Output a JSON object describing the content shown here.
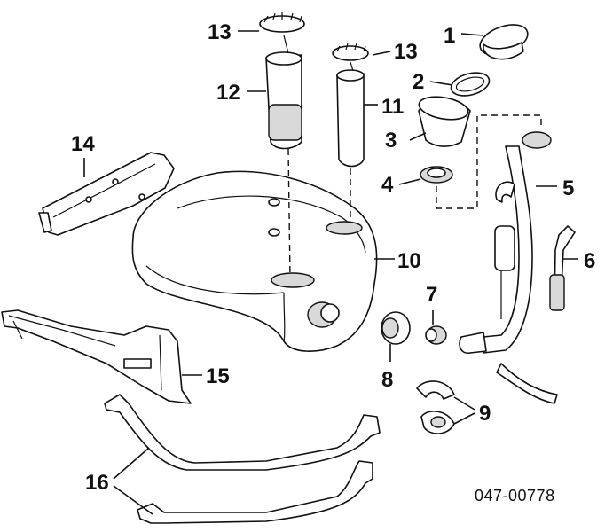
{
  "diagram": {
    "reference_code": "047-00778",
    "callouts": [
      {
        "id": "c1",
        "label": "1"
      },
      {
        "id": "c2",
        "label": "2"
      },
      {
        "id": "c3",
        "label": "3"
      },
      {
        "id": "c4",
        "label": "4"
      },
      {
        "id": "c5",
        "label": "5"
      },
      {
        "id": "c6",
        "label": "6"
      },
      {
        "id": "c7",
        "label": "7"
      },
      {
        "id": "c8",
        "label": "8"
      },
      {
        "id": "c9",
        "label": "9"
      },
      {
        "id": "c10",
        "label": "10"
      },
      {
        "id": "c11",
        "label": "11"
      },
      {
        "id": "c12",
        "label": "12"
      },
      {
        "id": "c13a",
        "label": "13"
      },
      {
        "id": "c13b",
        "label": "13"
      },
      {
        "id": "c14",
        "label": "14"
      },
      {
        "id": "c15",
        "label": "15"
      },
      {
        "id": "c16",
        "label": "16"
      }
    ]
  }
}
